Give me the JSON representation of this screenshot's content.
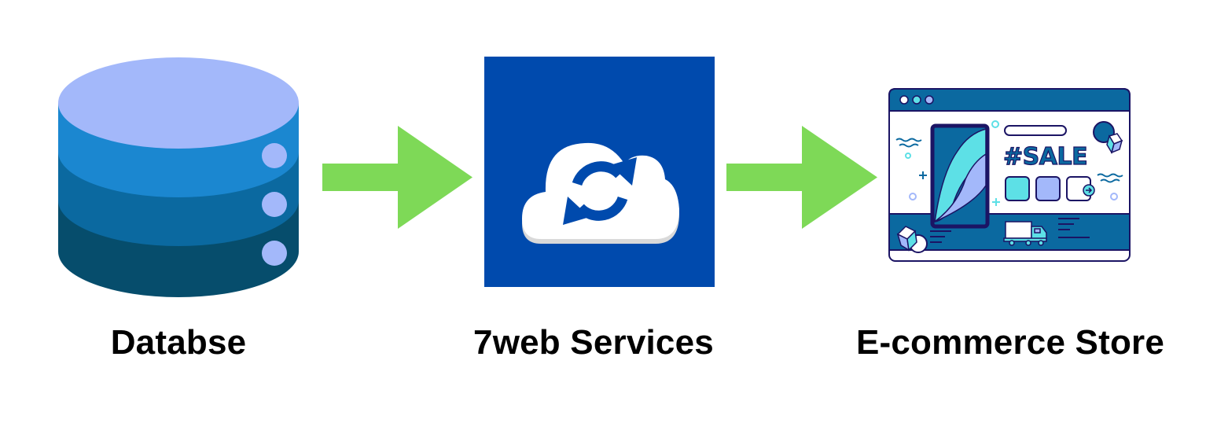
{
  "diagram": {
    "type": "flow",
    "direction": "left-to-right",
    "nodes": [
      {
        "id": "database",
        "label": "Databse",
        "icon": "database-icon",
        "colors": {
          "top": "#a3b8fa",
          "band1": "#1b87d0",
          "band2": "#0b69a0",
          "band3": "#064d6c",
          "dots": "#a3b8fa"
        }
      },
      {
        "id": "services",
        "label": "7web Services",
        "icon": "cloud-sync-icon",
        "colors": {
          "background": "#004aad",
          "cloud": "#ffffff",
          "cloud_shadow": "#d9d9d9",
          "sync_arrows": "#004aad"
        }
      },
      {
        "id": "store",
        "label": "E-commerce Store",
        "icon": "ecommerce-store-icon",
        "illustration_text": "#SALE",
        "colors": {
          "frame": "#1b1464",
          "header": "#0b69a0",
          "accent_teal": "#5de0e6",
          "accent_lavender": "#a3b8fa",
          "sale_text": "#0b69a0"
        }
      }
    ],
    "edges": [
      {
        "from": "database",
        "to": "services",
        "icon": "arrow-right-icon",
        "color": "#7ed957"
      },
      {
        "from": "services",
        "to": "store",
        "icon": "arrow-right-icon",
        "color": "#7ed957"
      }
    ]
  }
}
